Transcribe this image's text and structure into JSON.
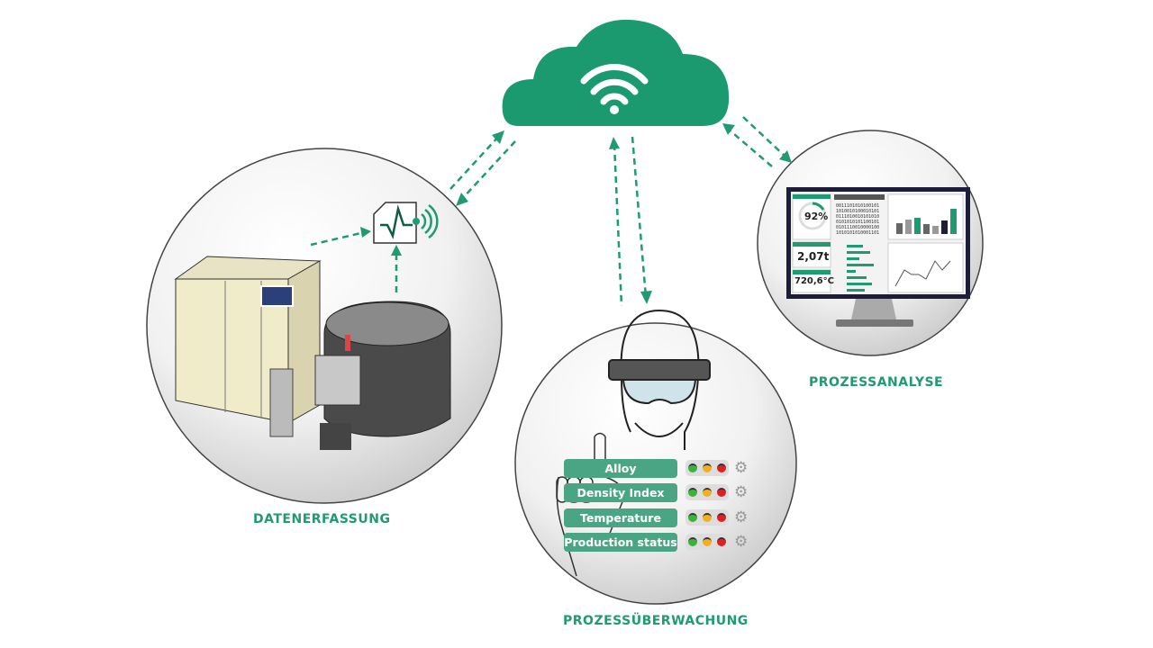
{
  "colors": {
    "accent": "#1f9a73",
    "cloud": "#1b9a70",
    "pill": "#4aa585"
  },
  "icons": [
    "wifi-cloud-icon",
    "sensor-signal-icon",
    "smart-glasses-head-icon",
    "pointing-hand-icon",
    "gear-icon",
    "monitor-icon",
    "furnace-machine-image"
  ],
  "labels": {
    "data_capture": "DATENERFASSUNG",
    "process_monitoring": "PROZESSÜBERWACHUNG",
    "process_analysis": "PROZESSANALYSE"
  },
  "monitoring_items": [
    {
      "label": "Alloy"
    },
    {
      "label": "Density Index"
    },
    {
      "label": "Temperature"
    },
    {
      "label": "Production status"
    }
  ],
  "dashboard": {
    "gauge_value": "92%",
    "throughput_value": "2,07t",
    "temperature_value": "720,6°C",
    "binary_rows": [
      "0011101010100101",
      "1010010100010101",
      "0111010010101010",
      "0101010101100101",
      "0101110010000100",
      "1010101010001101"
    ]
  }
}
